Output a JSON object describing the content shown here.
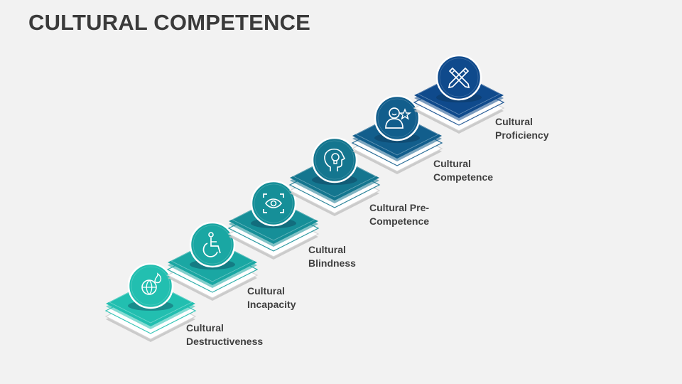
{
  "title": "CULTURAL COMPETENCE",
  "steps": [
    {
      "line1": "Cultural",
      "line2": "Destructiveness",
      "icon": "globe-fire-icon",
      "color": "#22bfb0"
    },
    {
      "line1": "Cultural",
      "line2": "Incapacity",
      "icon": "wheelchair-icon",
      "color": "#1aa7a3"
    },
    {
      "line1": "Cultural",
      "line2": "Blindness",
      "icon": "eye-scan-icon",
      "color": "#168f98"
    },
    {
      "line1": "Cultural Pre-",
      "line2": "Competence",
      "icon": "head-lightbulb-icon",
      "color": "#14768f"
    },
    {
      "line1": "Cultural",
      "line2": "Competence",
      "icon": "user-star-icon",
      "color": "#125e8c"
    },
    {
      "line1": "Cultural",
      "line2": "Proficiency",
      "icon": "pencil-ruler-icon",
      "color": "#0f4a8c"
    }
  ]
}
